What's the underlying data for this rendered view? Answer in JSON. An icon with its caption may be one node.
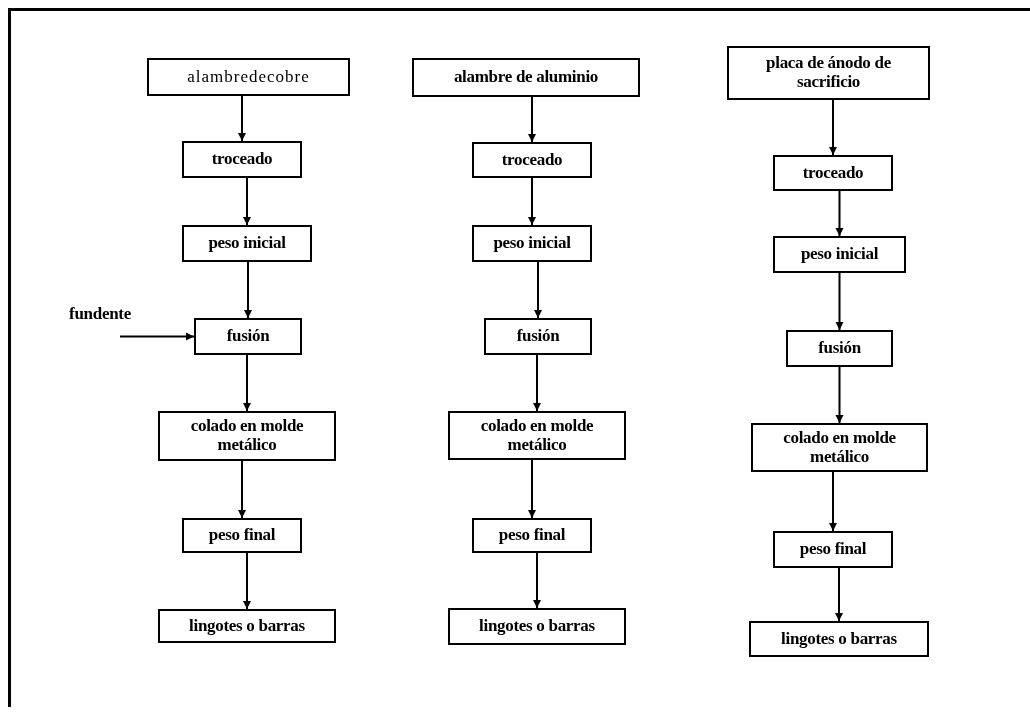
{
  "diagram": {
    "nodes": [
      {
        "text": [
          "alambredecobre"
        ]
      },
      {
        "text": [
          "troceado"
        ]
      },
      {
        "text": [
          "peso inicial"
        ]
      },
      {
        "text": [
          "fusión"
        ]
      },
      {
        "text": [
          "colado en molde metálico"
        ]
      },
      {
        "text": [
          "peso final"
        ]
      },
      {
        "text": [
          "lingotes o barras"
        ]
      },
      {
        "text": [
          "fundente"
        ]
      },
      {
        "text": [
          "alambre de aluminio"
        ]
      },
      {
        "text": [
          "troceado"
        ]
      },
      {
        "text": [
          "peso inicial"
        ]
      },
      {
        "text": [
          "fusión"
        ]
      },
      {
        "text": [
          "colado en molde metálico"
        ]
      },
      {
        "text": [
          "peso final"
        ]
      },
      {
        "text": [
          "lingotes o barras"
        ]
      },
      {
        "text": [
          "placa de ánodo de sacrificio"
        ]
      },
      {
        "text": [
          "troceado"
        ]
      },
      {
        "text": [
          "peso inicial"
        ]
      },
      {
        "text": [
          "fusión"
        ]
      },
      {
        "text": [
          "colado en molde metálico"
        ]
      },
      {
        "text": [
          "peso final"
        ]
      },
      {
        "text": [
          "lingotes o barras"
        ]
      }
    ],
    "edges": [
      {
        "from": 0,
        "to": 1,
        "arrow": "to"
      },
      {
        "from": 1,
        "to": 2,
        "arrow": "to"
      },
      {
        "from": 2,
        "to": 3,
        "arrow": "to"
      },
      {
        "from": 7,
        "to": 3,
        "arrow": "to"
      },
      {
        "from": 3,
        "to": 4,
        "arrow": "to"
      },
      {
        "from": 4,
        "to": 5,
        "arrow": "to"
      },
      {
        "from": 5,
        "to": 6,
        "arrow": "to"
      },
      {
        "from": 8,
        "to": 9,
        "arrow": "to"
      },
      {
        "from": 9,
        "to": 10,
        "arrow": "to"
      },
      {
        "from": 10,
        "to": 11,
        "arrow": "to"
      },
      {
        "from": 11,
        "to": 12,
        "arrow": "to"
      },
      {
        "from": 12,
        "to": 13,
        "arrow": "to"
      },
      {
        "from": 13,
        "to": 14,
        "arrow": "to"
      },
      {
        "from": 15,
        "to": 16,
        "arrow": "to"
      },
      {
        "from": 16,
        "to": 17,
        "arrow": "to"
      },
      {
        "from": 17,
        "to": 18,
        "arrow": "to"
      },
      {
        "from": 18,
        "to": 19,
        "arrow": "to"
      },
      {
        "from": 19,
        "to": 20,
        "arrow": "to"
      },
      {
        "from": 20,
        "to": 21,
        "arrow": "to"
      }
    ]
  }
}
